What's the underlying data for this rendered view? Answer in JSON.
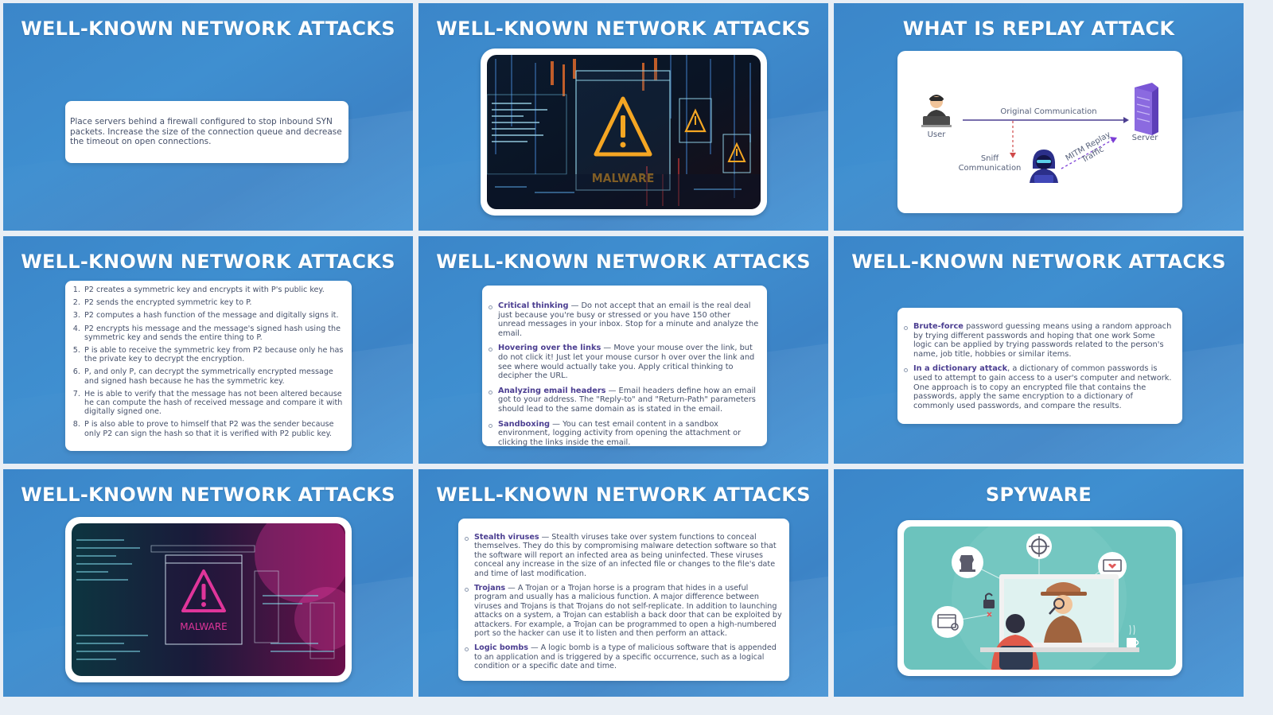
{
  "slides": {
    "s1": {
      "title": "WELL-KNOWN NETWORK ATTACKS",
      "text": "Place servers behind a firewall configured to stop inbound SYN packets. Increase the size of the connection queue and decrease the timeout on open connections."
    },
    "s2": {
      "title": "WELL-KNOWN NETWORK ATTACKS",
      "image_word": "MALWARE"
    },
    "s3": {
      "title": "WHAT IS REPLAY ATTACK",
      "labels": {
        "user": "User",
        "server": "Server",
        "original": "Original Communication",
        "sniff": "Sniff",
        "sniff2": "Communication",
        "mitm": "MITM Replay",
        "traffic": "Traffic"
      }
    },
    "s4": {
      "title": "WELL-KNOWN NETWORK ATTACKS",
      "steps": [
        "P2 creates a symmetric key and encrypts it with P's public key.",
        "P2 sends the encrypted symmetric key to P.",
        "P2 computes a hash function of the message and digitally signs it.",
        "P2 encrypts his message and the message's signed hash using the symmetric key and sends the entire thing to P.",
        "P is able to receive the symmetric key from P2 because only he has the private key to decrypt the encryption.",
        "P, and only P, can decrypt the symmetrically encrypted message and signed hash because he has the symmetric key.",
        "He is able to verify that the message has not been altered because he can compute the hash of received message and compare it with digitally signed one.",
        "P is also able to prove to himself that P2 was the sender because only P2 can sign the hash so that it is verified with P2 public key."
      ]
    },
    "s5": {
      "title": "WELL-KNOWN NETWORK ATTACKS",
      "items": [
        {
          "term": "Critical thinking",
          "text": " — Do not accept that an email is the real deal just because you're busy or stressed or you have 150 other unread messages in your inbox. Stop for a minute and analyze the email."
        },
        {
          "term": "Hovering over the links",
          "text": " — Move your mouse over the link, but do not click it! Just let your mouse cursor h over over the link and see where would actually take you. Apply critical thinking to decipher the URL."
        },
        {
          "term": "Analyzing email headers",
          "text": " — Email headers define how an email got to your address. The \"Reply-to\" and \"Return-Path\" parameters should lead to the same domain as is stated in the email."
        },
        {
          "term": "Sandboxing",
          "text": " — You can test email content in a sandbox environment, logging activity from opening the attachment or clicking the links inside the email."
        }
      ]
    },
    "s6": {
      "title": "WELL-KNOWN NETWORK ATTACKS",
      "items": [
        {
          "term": "Brute-force",
          "text": " password guessing means using a random approach by trying different passwords and hoping that one work Some logic can be applied by trying passwords related to the person's name, job title, hobbies or similar items."
        },
        {
          "term": "In a dictionary attack",
          "text": ", a dictionary of common passwords is used to attempt to gain access to a user's computer and network. One approach is to copy an encrypted file that contains the passwords, apply the same encryption to a dictionary of commonly used passwords, and compare the results."
        }
      ]
    },
    "s7": {
      "title": "WELL-KNOWN NETWORK ATTACKS",
      "image_word": "MALWARE"
    },
    "s8": {
      "title": "WELL-KNOWN NETWORK ATTACKS",
      "items": [
        {
          "term": "Stealth viruses",
          "text": " — Stealth viruses take over system functions to conceal themselves. They do this by compromising malware detection software so that the software will report an infected area as being uninfected. These viruses conceal any increase in the size of an infected file or changes to the file's date and time of last modification."
        },
        {
          "term": "Trojans",
          "text": " — A Trojan or a Trojan horse is a program that hides in a useful program and usually has a malicious function. A major difference between viruses and Trojans is that Trojans do not self-replicate. In addition to launching attacks on a system, a Trojan can establish a back door that can be exploited by attackers. For example, a Trojan can be programmed to open a high-numbered port so the hacker can use it to listen and then perform an attack."
        },
        {
          "term": "Logic bombs",
          "text": " — A logic bomb is a type of malicious software that is appended to an application and is triggered by a specific occurrence, such as a logical condition or a specific date and time."
        }
      ]
    },
    "s9": {
      "title": "SPYWARE"
    }
  },
  "colors": {
    "bg_blue": "#3f8fd0",
    "term_purple": "#4b3e91",
    "body_text": "#45506a",
    "malware_orange": "#f5a623",
    "malware_pink": "#e0359a",
    "spy_teal": "#6cc3bd"
  },
  "icons": [
    "user-icon",
    "server-icon",
    "hacker-icon",
    "warning-icon",
    "trojan-horse-icon",
    "target-icon",
    "monitor-heart-icon",
    "browser-search-icon",
    "padlock-icon",
    "coffee-cup-icon"
  ]
}
